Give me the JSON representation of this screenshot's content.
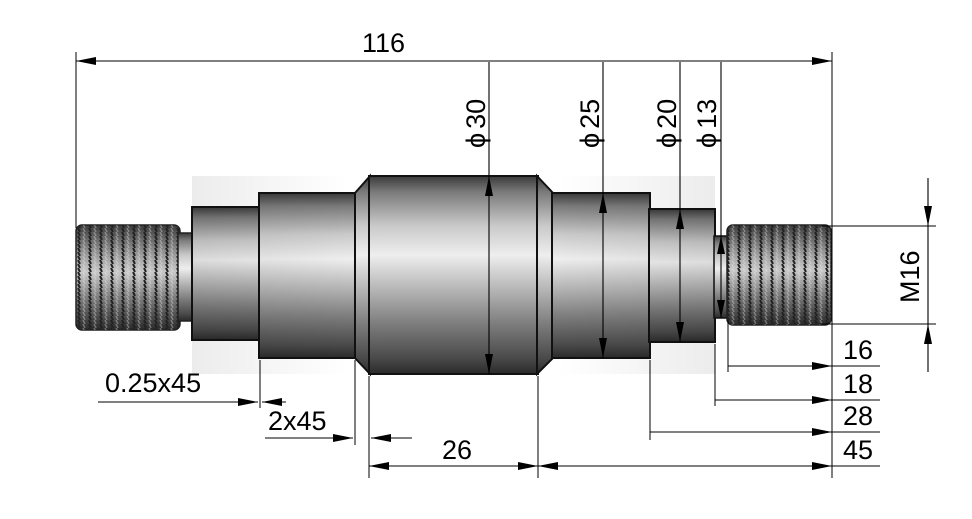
{
  "drawing": {
    "overall_length": "116",
    "diameters": {
      "d30": "30",
      "d25": "25",
      "d20": "20",
      "d13": "13"
    },
    "diameter_symbol": "ϕ",
    "thread": "M16",
    "chamfer_small": "0.25x45",
    "chamfer_large": "2x45",
    "length_26": "26",
    "right_lengths": [
      "16",
      "18",
      "28",
      "45"
    ]
  }
}
